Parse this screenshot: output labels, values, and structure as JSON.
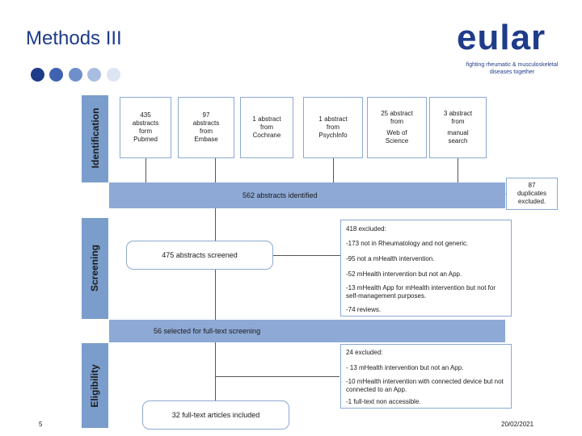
{
  "slide": {
    "title": "Methods III",
    "page_number": "5",
    "date": "20/02/2021"
  },
  "logo": {
    "name": "eular",
    "tagline_1": "fighting rheumatic & musculoskeletal",
    "tagline_2": "diseases together"
  },
  "colors": {
    "dark_blue": "#1f3c8a",
    "band_blue": "#7a9dcc",
    "box_border": "#8da9d2",
    "wide_box": "#8ea9d5",
    "dots": [
      "#1f3c8a",
      "#3f63b0",
      "#6f8fcb",
      "#a9bde0",
      "#dde5f3"
    ]
  },
  "phases": {
    "identification": "Identification",
    "screening": "Screening",
    "eligibility": "Eligibility"
  },
  "sources": [
    {
      "line1": "435",
      "line2": "abstracts",
      "line3": "form",
      "line4": "Pubmed"
    },
    {
      "line1": "97",
      "line2": "abstracts",
      "line3": "from",
      "line4": "Embase"
    },
    {
      "line1": "1 abstract",
      "line2": "from",
      "line3": "Cochrane"
    },
    {
      "line1": "1 abstract",
      "line2": "from",
      "line3": "PsychInfo"
    },
    {
      "line1": "25 abstract",
      "line2": "from",
      "line3": "Web of",
      "line4": "Science"
    },
    {
      "line1": "3 abstract",
      "line2": "from",
      "line3": "manual",
      "line4": "search"
    }
  ],
  "identified": "562 abstracts identified",
  "duplicates": {
    "line1": "87",
    "line2": "duplicates",
    "line3": "excluded."
  },
  "screened": "475 abstracts screened",
  "screen_excluded": {
    "header": "418 excluded:",
    "items": [
      "-173 not in Rheumatology and not generic.",
      "-95 not a mHealth intervention.",
      "-52 mHealth intervention but not an App.",
      "-13 mHealth App for mHealth intervention but not for self-management purposes.",
      "-74 reviews."
    ]
  },
  "fulltext_selected": "56 selected for full-text screening",
  "elig_excluded": {
    "header": "24 excluded:",
    "items": [
      "- 13 mHealth intervention but not an App.",
      "-10 mHealth intervention with connected device but not connected to an App.",
      "-1 full-text non accessible."
    ]
  },
  "included": "32 full-text articles included"
}
